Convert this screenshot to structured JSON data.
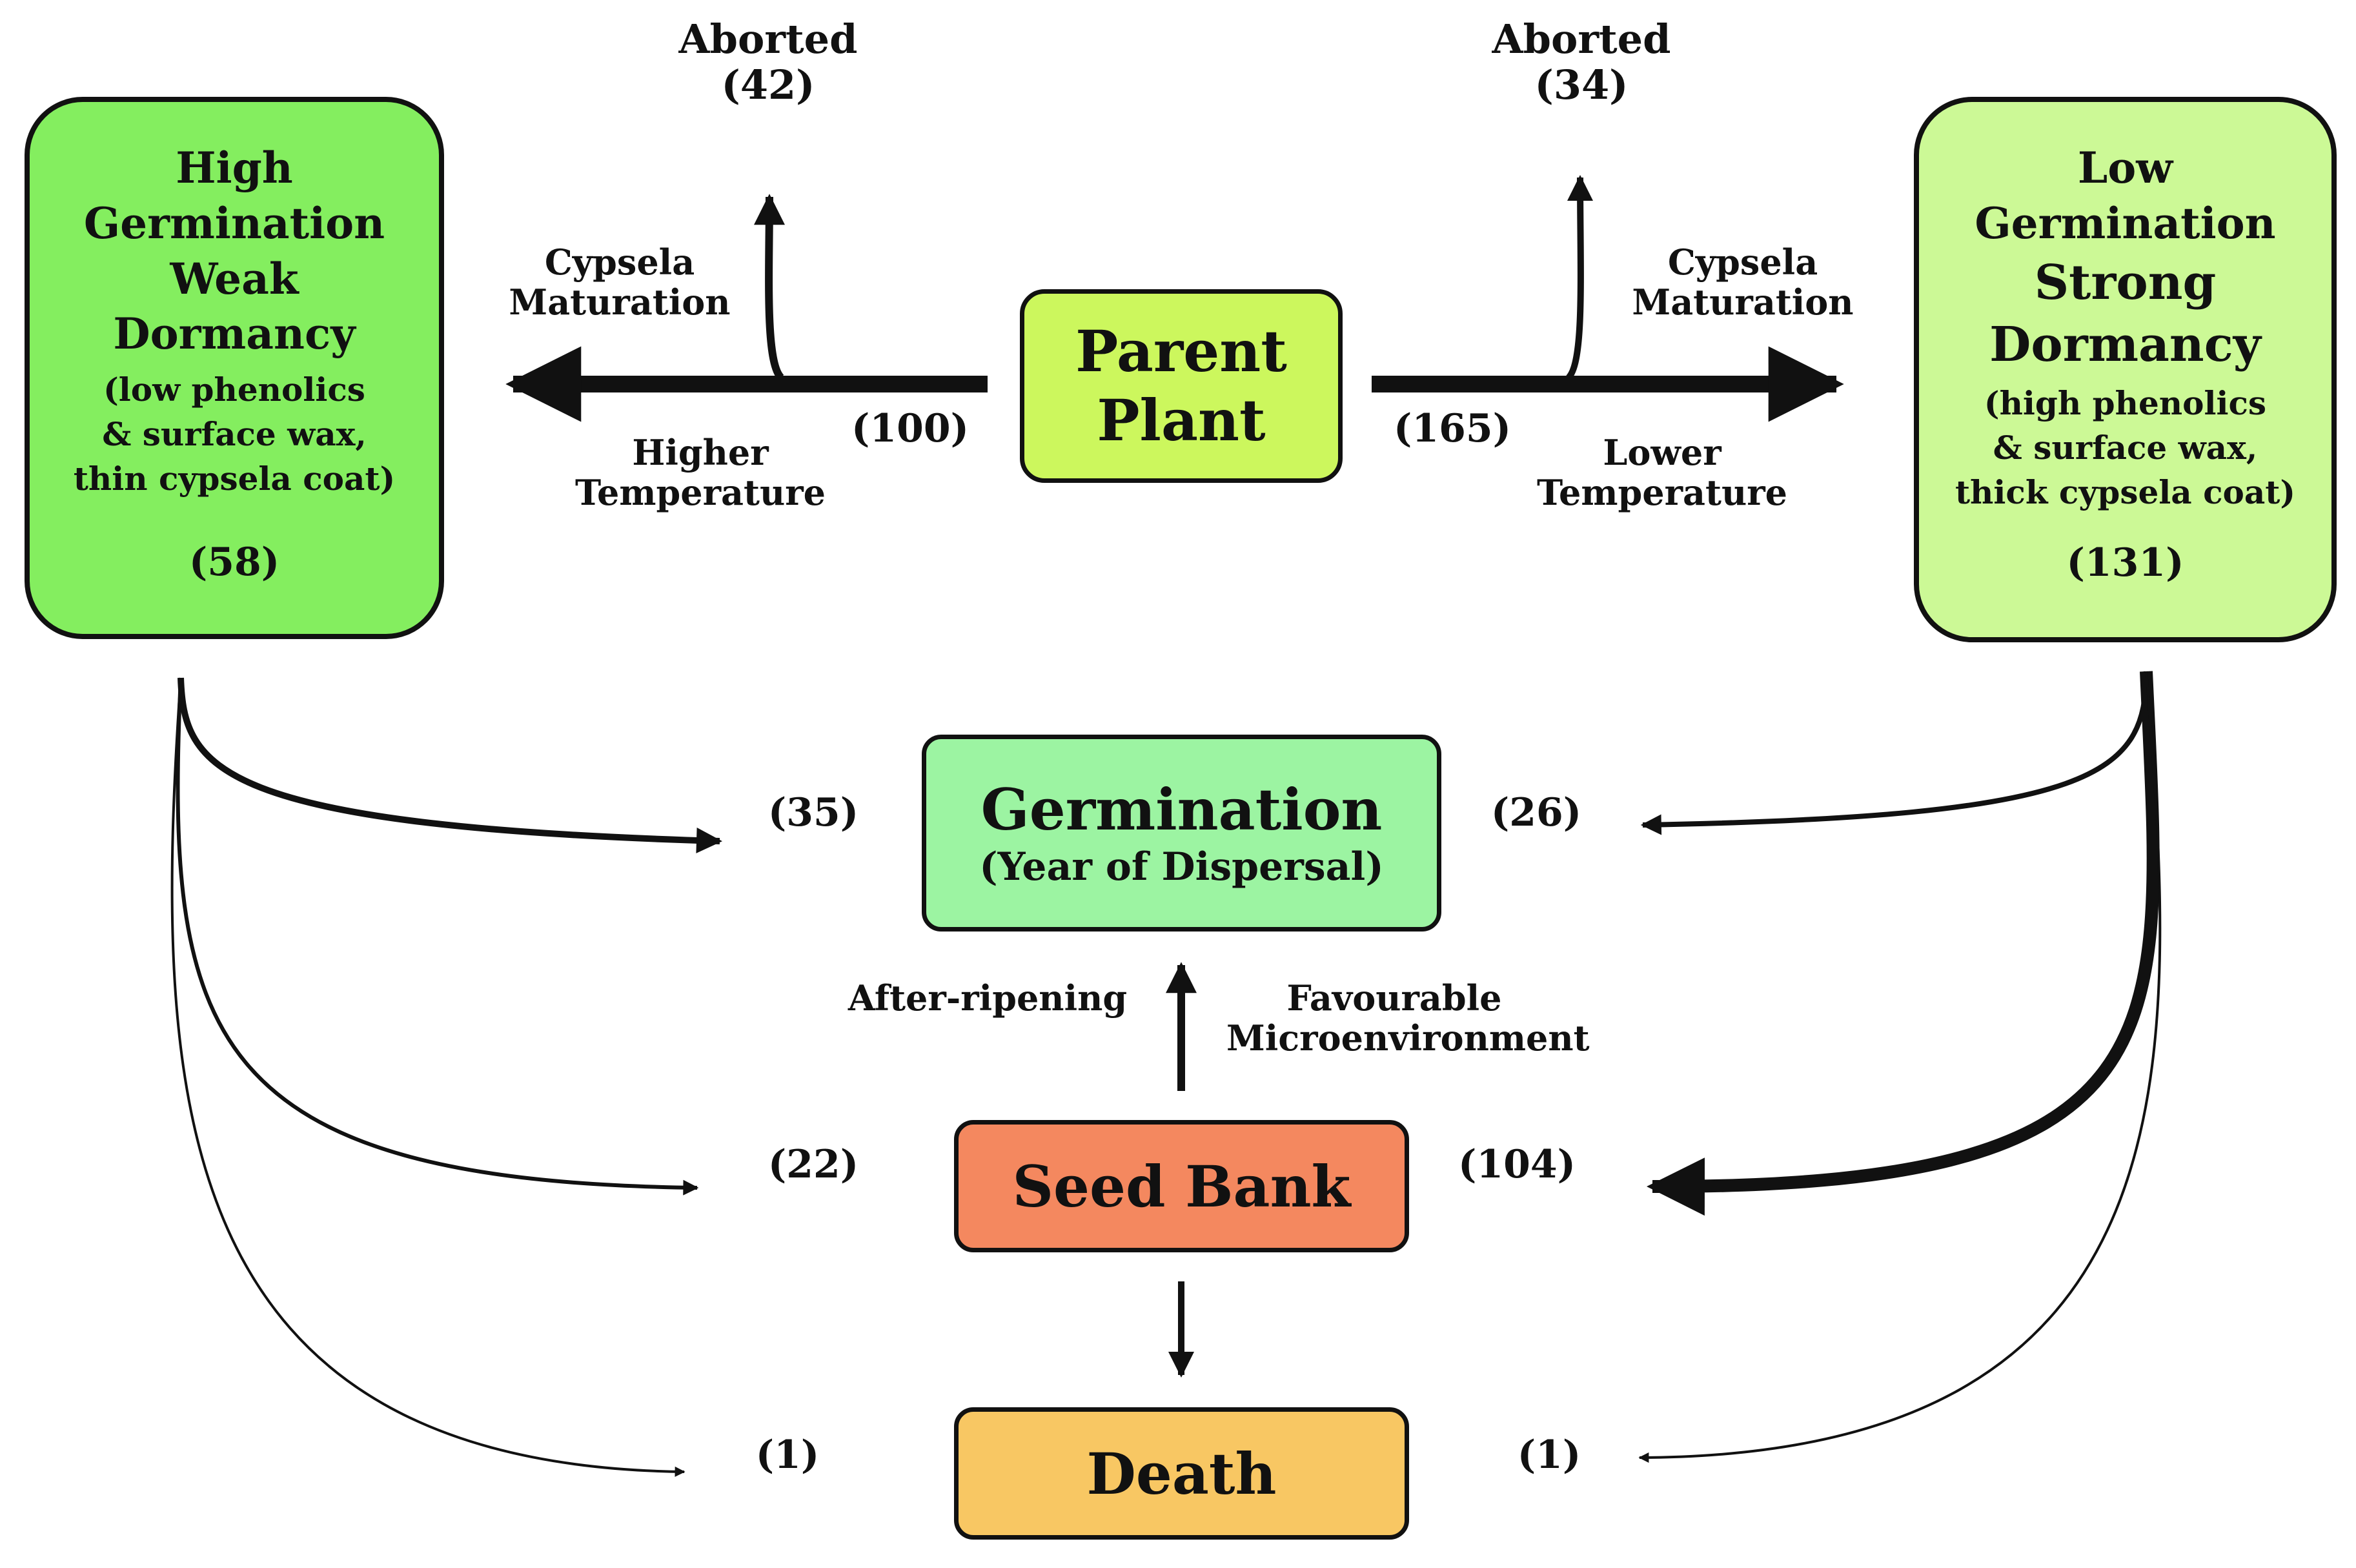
{
  "colors": {
    "high_box": "#84ee5f",
    "low_box": "#ccf996",
    "parent": "#ccf75d",
    "germination": "#9cf4a2",
    "seed_bank": "#f4885f",
    "death": "#f8c763",
    "stroke": "#111111"
  },
  "high_box": {
    "title_lines": [
      "High",
      "Germination",
      "Weak",
      "Dormancy"
    ],
    "detail_lines": [
      "(low phenolics",
      "& surface wax,",
      "thin cypsela coat)"
    ],
    "count": "(58)"
  },
  "low_box": {
    "title_lines": [
      "Low",
      "Germination",
      "Strong",
      "Dormancy"
    ],
    "detail_lines": [
      "(high phenolics",
      "& surface wax,",
      "thick cypsela coat)"
    ],
    "count": "(131)"
  },
  "parent_box": {
    "title_lines": [
      "Parent",
      "Plant"
    ]
  },
  "germination_box": {
    "title": "Germination",
    "subtitle": "(Year of Dispersal)"
  },
  "seed_bank_box": {
    "title": "Seed Bank"
  },
  "death_box": {
    "title": "Death"
  },
  "left_branch": {
    "count": "(100)",
    "maturation_lines": [
      "Cypsela",
      "Maturation"
    ],
    "temperature_lines": [
      "Higher",
      "Temperature"
    ],
    "aborted_label": "Aborted",
    "aborted_count": "(42)"
  },
  "right_branch": {
    "count": "(165)",
    "maturation_lines": [
      "Cypsela",
      "Maturation"
    ],
    "temperature_lines": [
      "Lower",
      "Temperature"
    ],
    "aborted_label": "Aborted",
    "aborted_count": "(34)"
  },
  "flows": {
    "high_to_germination": "(35)",
    "high_to_seed_bank": "(22)",
    "high_to_death": "(1)",
    "low_to_germination": "(26)",
    "low_to_seed_bank": "(104)",
    "low_to_death": "(1)"
  },
  "seed_bank_to_germination": {
    "left_label": "After-ripening",
    "right_lines": [
      "Favourable",
      "Microenvironment"
    ]
  }
}
